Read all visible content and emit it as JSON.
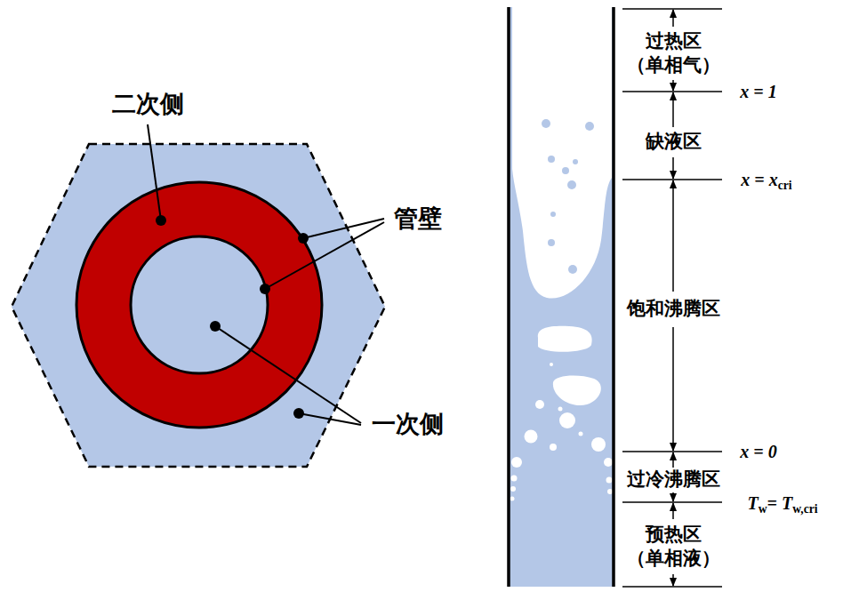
{
  "diagram": {
    "labels": [
      "二次侧",
      "管壁",
      "一次侧",
      "过热区 （单相气）",
      "x = 1",
      "缺液区",
      "x = x",
      "cri",
      "饱和沸腾区",
      "x = 0",
      "过冷沸腾区",
      "T",
      "w",
      "= T",
      "w,cri",
      "预热区 （单相液）"
    ]
  }
}
